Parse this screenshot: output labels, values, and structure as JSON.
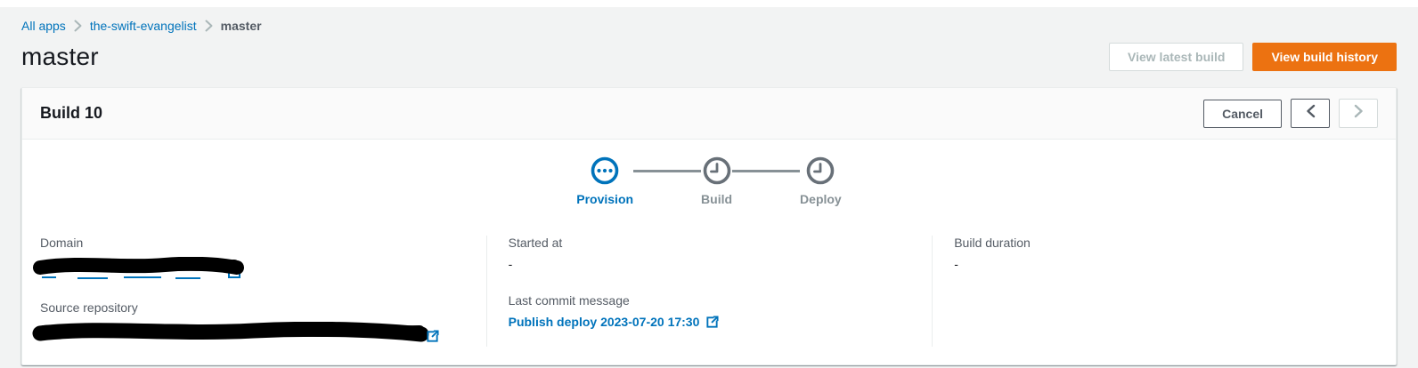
{
  "breadcrumb": {
    "all_apps": "All apps",
    "app_name": "the-swift-evangelist",
    "branch": "master"
  },
  "page": {
    "title": "master",
    "view_latest_build_label": "View latest build",
    "view_build_history_label": "View build history"
  },
  "build_card": {
    "title": "Build 10",
    "cancel_label": "Cancel",
    "steps": [
      {
        "label": "Provision",
        "state": "in-progress"
      },
      {
        "label": "Build",
        "state": "pending"
      },
      {
        "label": "Deploy",
        "state": "pending"
      }
    ],
    "details": {
      "domain": {
        "label": "Domain",
        "redacted": true
      },
      "source_repository": {
        "label": "Source repository",
        "redacted": true
      },
      "started_at": {
        "label": "Started at",
        "value": "-"
      },
      "last_commit_message": {
        "label": "Last commit message",
        "link_text": "Publish deploy 2023-07-20 17:30"
      },
      "build_duration": {
        "label": "Build duration",
        "value": "-"
      }
    }
  },
  "colors": {
    "accent_blue": "#0073bb",
    "primary_orange": "#ec7211",
    "page_background": "#f2f3f3",
    "card_header_background": "#fafafa",
    "text_dark": "#16191f",
    "text_gray": "#545b64",
    "disabled_gray": "#aab7b8",
    "border_light": "#eaeded",
    "step_pending_gray": "#879196",
    "redaction_black": "#000000"
  }
}
